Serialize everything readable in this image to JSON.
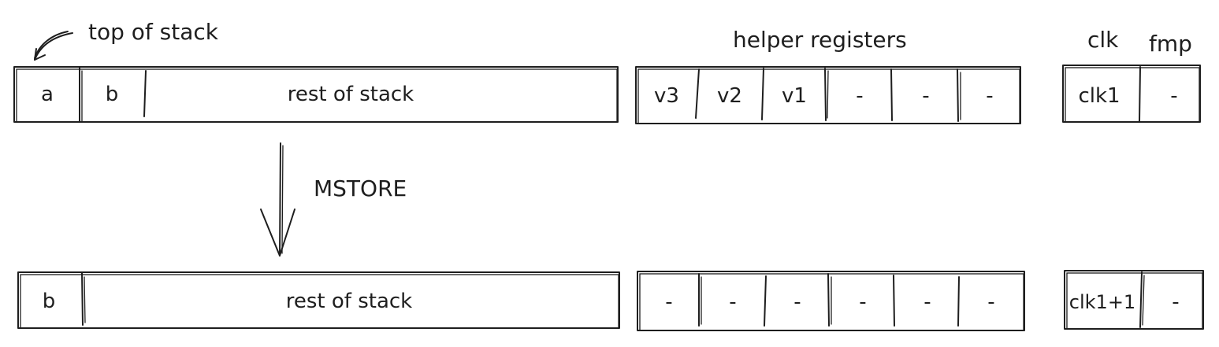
{
  "labels": {
    "top_of_stack": "top of stack",
    "helper_registers": "helper registers",
    "clk": "clk",
    "fmp": "fmp",
    "operation": "MSTORE"
  },
  "before": {
    "stack": [
      "a",
      "b",
      "rest of stack"
    ],
    "helpers": [
      "v3",
      "v2",
      "v1",
      "-",
      "-",
      "-"
    ],
    "clk_fmp": [
      "clk1",
      "-"
    ]
  },
  "after": {
    "stack": [
      "b",
      "rest of stack"
    ],
    "helpers": [
      "-",
      "-",
      "-",
      "-",
      "-",
      "-"
    ],
    "clk_fmp": [
      "clk1+1",
      "-"
    ]
  }
}
